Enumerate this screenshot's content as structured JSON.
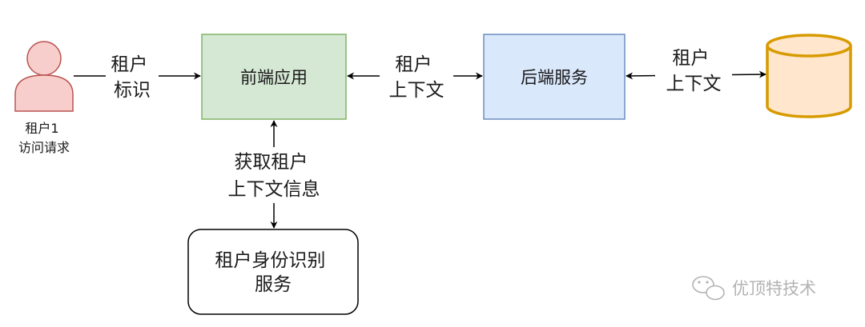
{
  "nodes": {
    "user": {
      "caption_lines": [
        "租户1",
        "访问请求"
      ],
      "fill": "#f8cecc",
      "stroke": "#b85450"
    },
    "frontend": {
      "label": "前端应用",
      "fill": "#d5e8d4",
      "stroke": "#82b366"
    },
    "backend": {
      "label": "后端服务",
      "fill": "#dae8fc",
      "stroke": "#6c8ebf"
    },
    "database": {
      "fill": "#ffe6cc",
      "stroke": "#d79b00"
    },
    "identity_service": {
      "label_lines": [
        "租户身份识别",
        "服务"
      ],
      "fill": "#ffffff",
      "stroke": "#000000"
    }
  },
  "edges": {
    "user_to_frontend": {
      "label_lines": [
        "租户",
        "标识"
      ]
    },
    "frontend_backend": {
      "label_lines": [
        "租户",
        "上下文"
      ]
    },
    "backend_database": {
      "label_lines": [
        "租户",
        "上下文"
      ]
    },
    "frontend_identity": {
      "label_lines": [
        "获取租户",
        "上下文信息"
      ]
    }
  },
  "watermark": {
    "text": "优顶特技术",
    "icon": "wechat-icon"
  }
}
